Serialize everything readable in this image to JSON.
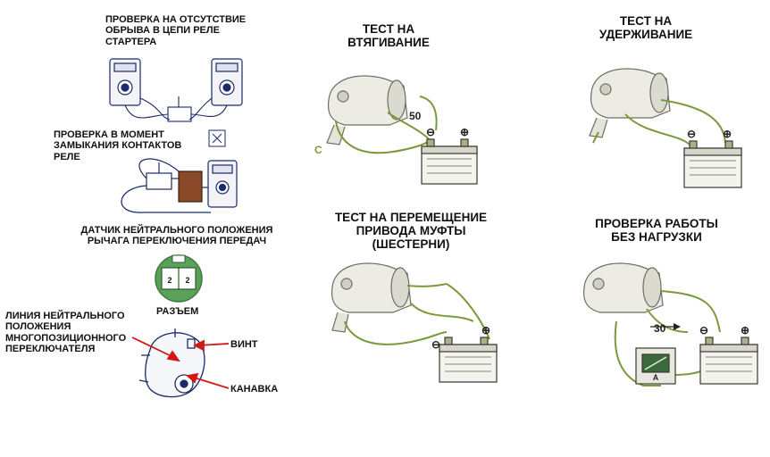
{
  "labels": {
    "relay_open_check": "ПРОВЕРКА НА ОТСУТСТВИЕ\nОБРЫВА В ЦЕПИ РЕЛЕ\nСТАРТЕРА",
    "relay_contact_check": "ПРОВЕРКА В МОМЕНТ\nЗАМЫКАНИЯ КОНТАКТОВ\nРЕЛЕ",
    "neutral_sensor": "ДАТЧИК НЕЙТРАЛЬНОГО ПОЛОЖЕНИЯ\nРЫЧАГА ПЕРЕКЛЮЧЕНИЯ ПЕРЕДАЧ",
    "connector": "РАЗЪЕМ",
    "neutral_line": "ЛИНИЯ НЕЙТРАЛЬНОГО\nПОЛОЖЕНИЯ\nМНОГОПОЗИЦИОННОГО\nПЕРЕКЛЮЧАТЕЛЯ",
    "screw": "ВИНТ",
    "groove": "КАНАВКА",
    "pull_in_test": "ТЕСТ НА\nВТЯГИВАНИЕ",
    "hold_test": "ТЕСТ НА\nУДЕРЖИВАНИЕ",
    "clutch_move_test": "ТЕСТ НА ПЕРЕМЕЩЕНИЕ\nПРИВОДА МУФТЫ\n(ШЕСТЕРНИ)",
    "no_load_test": "ПРОВЕРКА РАБОТЫ\nБЕЗ НАГРУЗКИ"
  },
  "marks": {
    "terminal_50_a": "50",
    "terminal_c": "C",
    "terminal_30": "30",
    "pin_left": "2",
    "pin_right": "2",
    "ammeter": "A"
  },
  "colors": {
    "wire_green": "#7a9a3a",
    "arrow_red": "#d01818",
    "connector_green": "#5aa05a",
    "line_blue": "#1a2a6a"
  }
}
